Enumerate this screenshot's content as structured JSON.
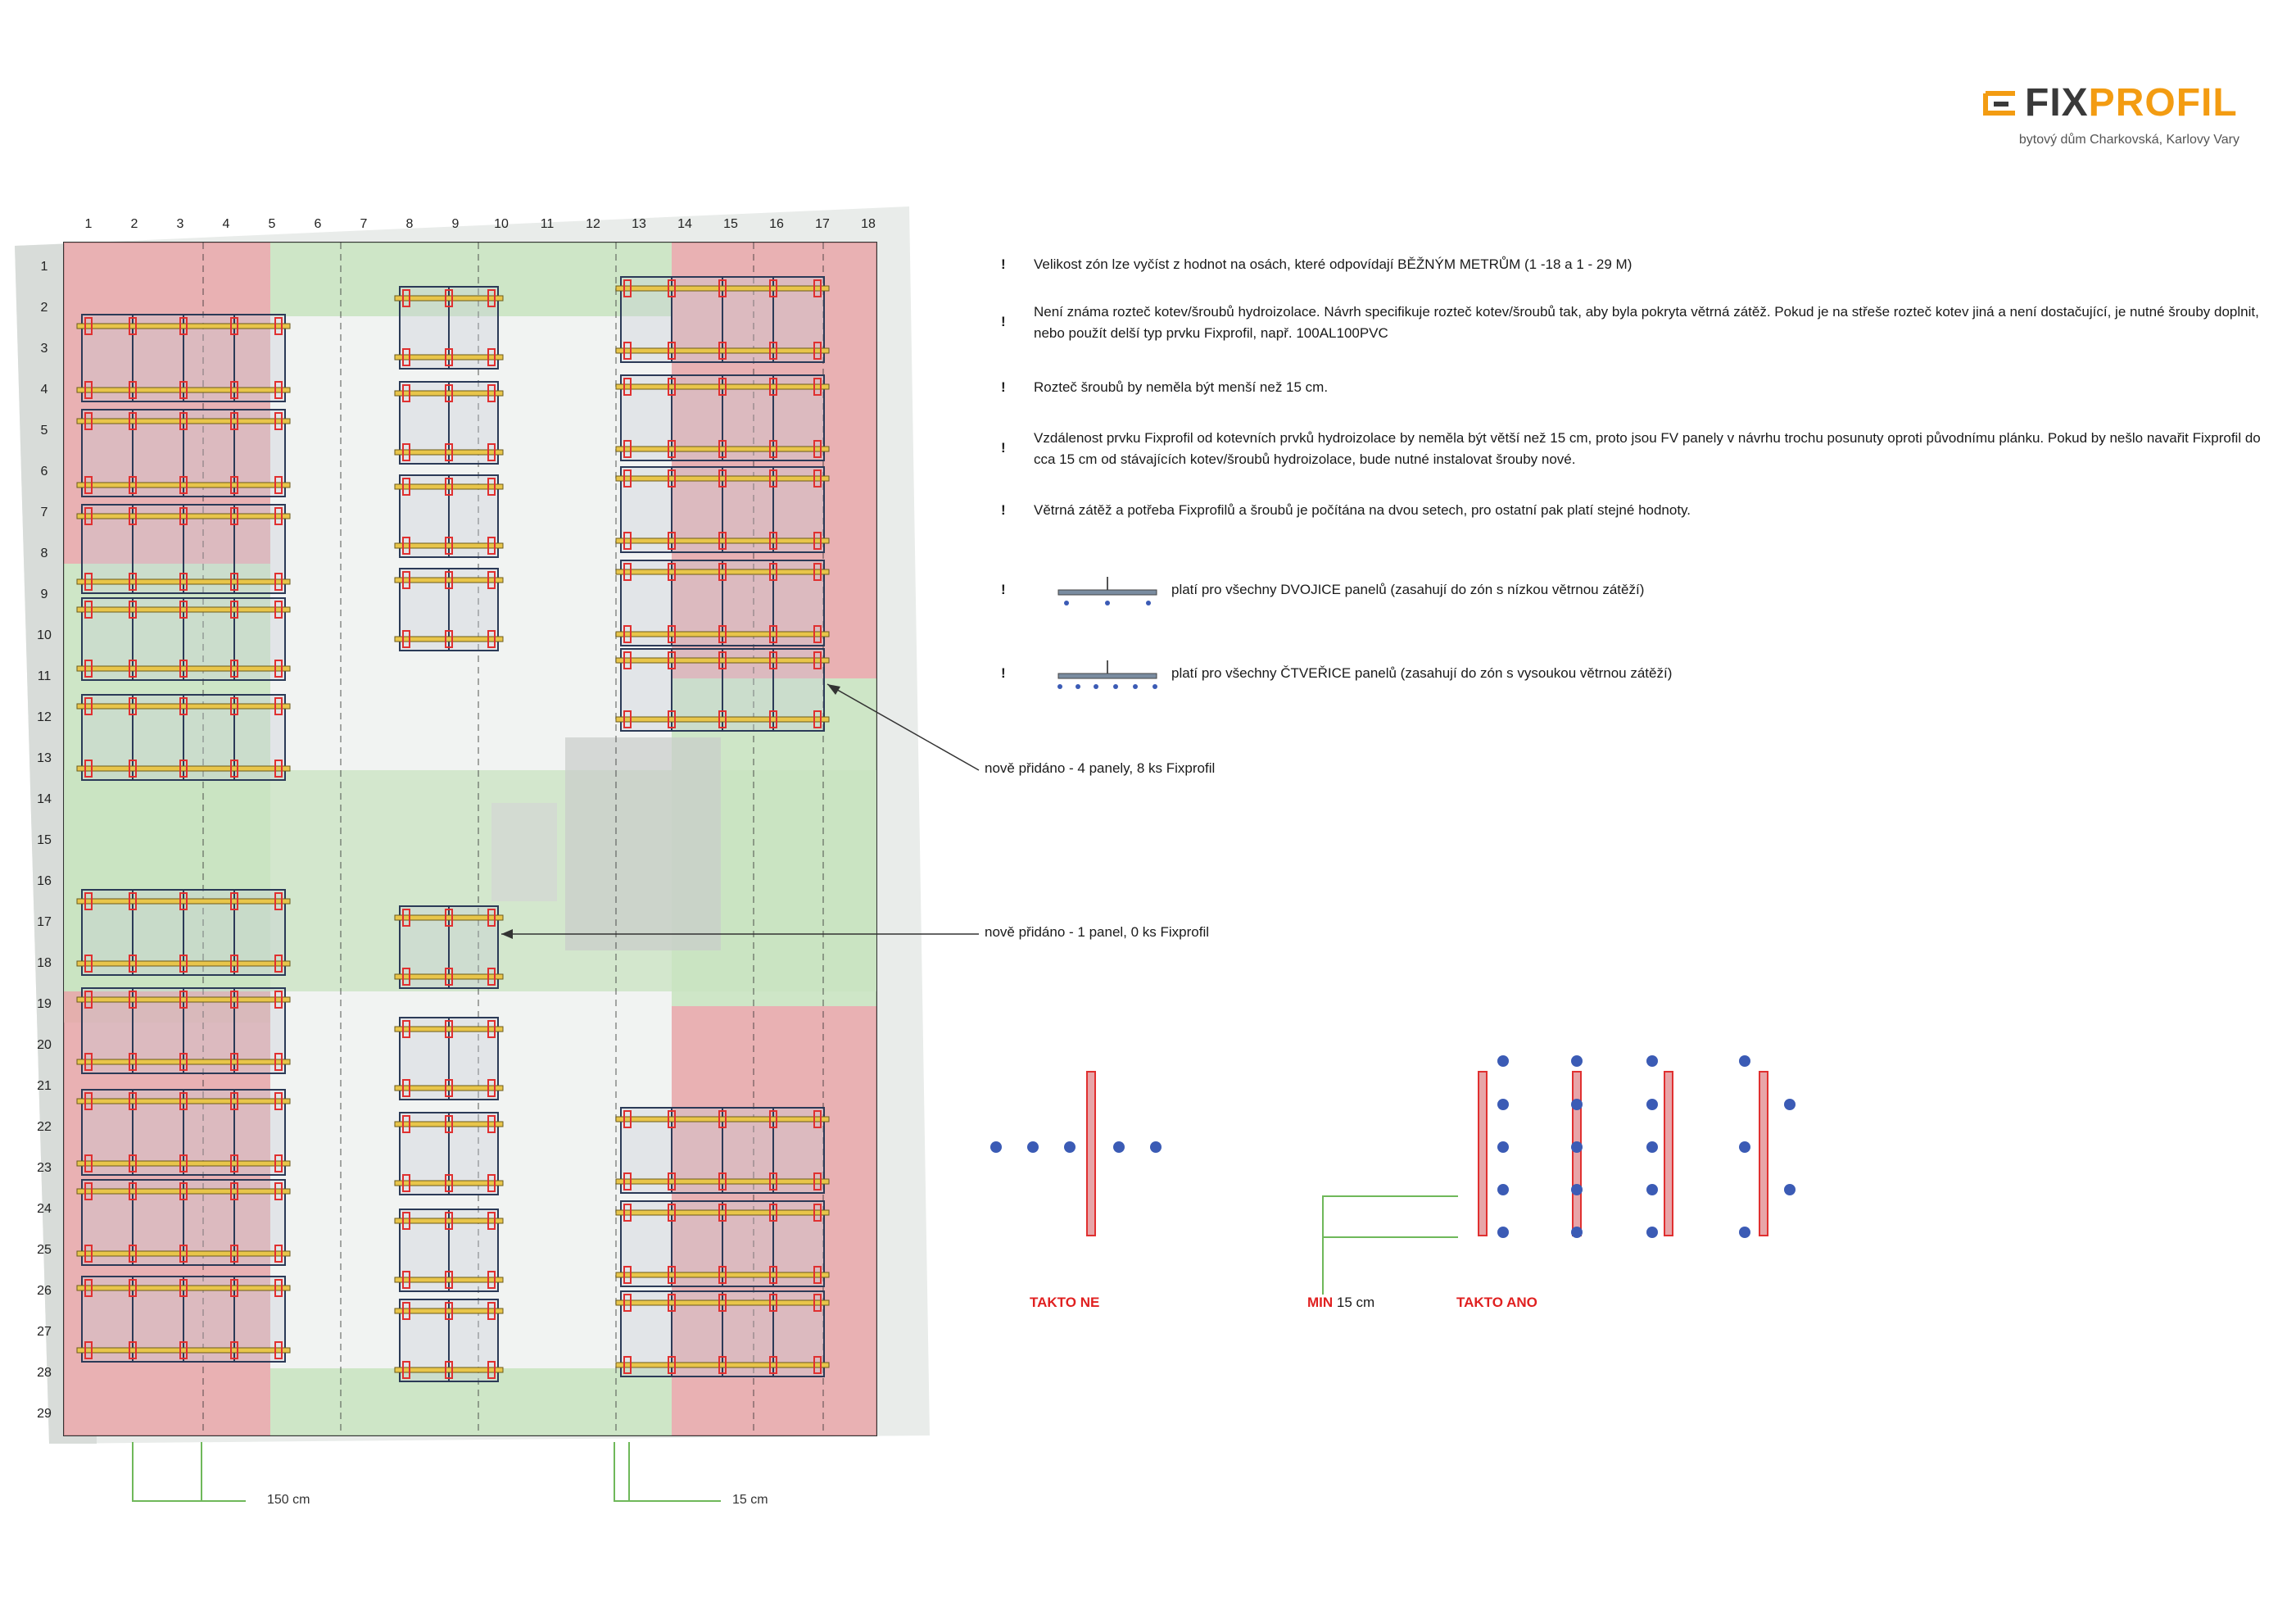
{
  "logo": {
    "text_fix": "FIX",
    "text_profil": "PROFIL",
    "icon": "fixprofil-bracket-icon"
  },
  "project": "bytový dům Charkovská, Karlovy Vary",
  "columns": [
    "1",
    "2",
    "3",
    "4",
    "5",
    "6",
    "7",
    "8",
    "9",
    "10",
    "11",
    "12",
    "13",
    "14",
    "15",
    "16",
    "17",
    "18"
  ],
  "rows": [
    "1",
    "2",
    "3",
    "4",
    "5",
    "6",
    "7",
    "8",
    "9",
    "10",
    "11",
    "12",
    "13",
    "14",
    "15",
    "16",
    "17",
    "18",
    "19",
    "20",
    "21",
    "22",
    "23",
    "24",
    "25",
    "26",
    "27",
    "28",
    "29"
  ],
  "notes": [
    {
      "mark": "!",
      "text": "Velikost zón lze vyčíst z hodnot na osách, které odpovídají BĚŽNÝM METRŮM (1 -18 a 1 - 29 M)"
    },
    {
      "mark": "!",
      "text": "Není známa rozteč kotev/šroubů hydroizolace. Návrh specifikuje rozteč kotev/šroubů tak, aby byla pokryta větrná zátěž. Pokud je na střeše rozteč kotev jiná a není dostačující, je nutné šrouby doplnit, nebo použít delší typ prvku Fixprofil, např. 100AL100PVC"
    },
    {
      "mark": "!",
      "text": "Rozteč šroubů by neměla být menší než 15 cm."
    },
    {
      "mark": "!",
      "text": "Vzdálenost prvku Fixprofil od kotevních prvků hydroizolace by neměla být větší než 15 cm, proto jsou FV panely v návrhu trochu posunuty oproti původnímu plánku. Pokud by nešlo navařit Fixprofil do cca 15 cm od stávajících kotev/šroubů hydroizolace, bude nutné instalovat šrouby nové."
    },
    {
      "mark": "!",
      "text": "Větrná zátěž a potřeba Fixprofilů a šroubů je počítána na dvou setech, pro ostatní pak platí stejné hodnoty."
    }
  ],
  "legend": [
    {
      "mark": "!",
      "text": "platí pro všechny DVOJICE panelů (zasahují do zón s nízkou větrnou zátěží)",
      "icon": "fixprofil-2-screws-icon"
    },
    {
      "mark": "!",
      "text": "platí pro všechny ČTVEŘICE panelů (zasahují do zón s vysoukou větrnou zátěží)",
      "icon": "fixprofil-6-screws-icon"
    }
  ],
  "annotations": {
    "added_top": "nově přidáno - 4 panely, 8 ks Fixprofil",
    "added_mid": "nově přidáno - 1 panel, 0 ks Fixprofil"
  },
  "dimensions": {
    "left": "150 cm",
    "right": "15 cm"
  },
  "detail": {
    "wrong": "TAKTO NE",
    "min_prefix": "MIN",
    "min_value": "15 cm",
    "right": "TAKTO ANO"
  },
  "colors": {
    "high_wind_zone": "#e8a5a8",
    "mid_wind_zone": "#c8e3c0",
    "fixprofil_rail": "#e8c54a",
    "anchor_marker": "#e03030",
    "screw_dot": "#3b5bb5",
    "logo_accent": "#f39c12"
  }
}
